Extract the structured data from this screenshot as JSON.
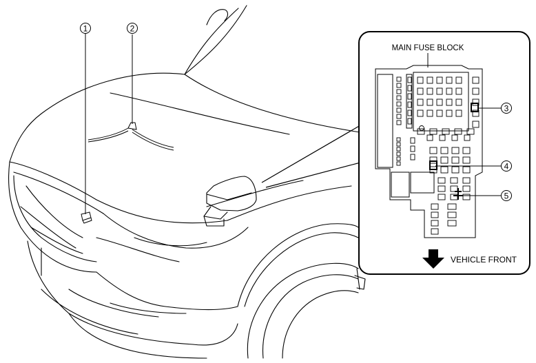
{
  "labels": {
    "main_fuse_block": "MAIN FUSE BLOCK",
    "vehicle_front": "VEHICLE FRONT"
  },
  "callouts": [
    "1",
    "2",
    "3",
    "4",
    "5"
  ]
}
